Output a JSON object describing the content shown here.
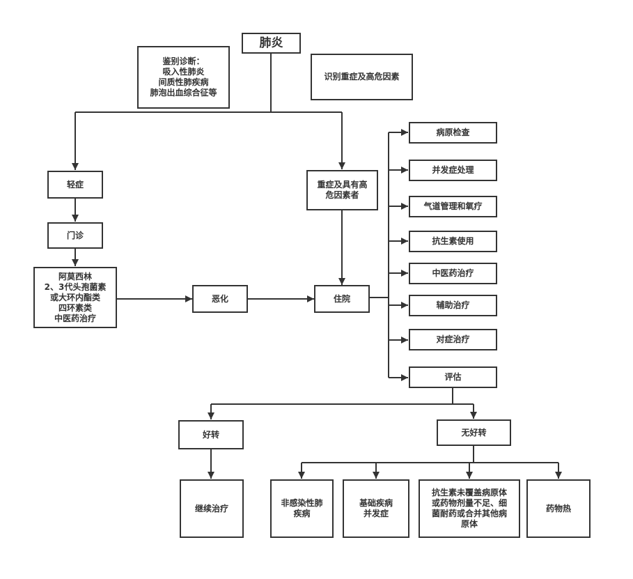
{
  "diagram": {
    "root": "肺炎",
    "differential": "鉴别诊断：\n吸入性肺炎\n间质性肺疾病\n肺泡出血综合征等",
    "identify": "识别重症及高危因素",
    "mild": "轻症",
    "outpatient": "门诊",
    "drugs": "阿莫西林\n2、3代头孢菌素\n或大环内酯类\n四环素类\n中医药治疗",
    "worsen": "恶化",
    "severe": "重症及具有高\n危因素者",
    "hospital": "住院",
    "treatments": [
      "病原检查",
      "并发症处理",
      "气道管理和氧疗",
      "抗生素使用",
      "中医药治疗",
      "辅助治疗",
      "对症治疗",
      "评估"
    ],
    "improved": "好转",
    "not_improved": "无好转",
    "continue": "继续治疗",
    "causes": [
      "非感染性肺\n疾病",
      "基础疾病\n并发症",
      "抗生素未覆盖病原体\n或药物剂量不足、细\n菌耐药或合并其他病\n原体",
      "药物热"
    ]
  }
}
